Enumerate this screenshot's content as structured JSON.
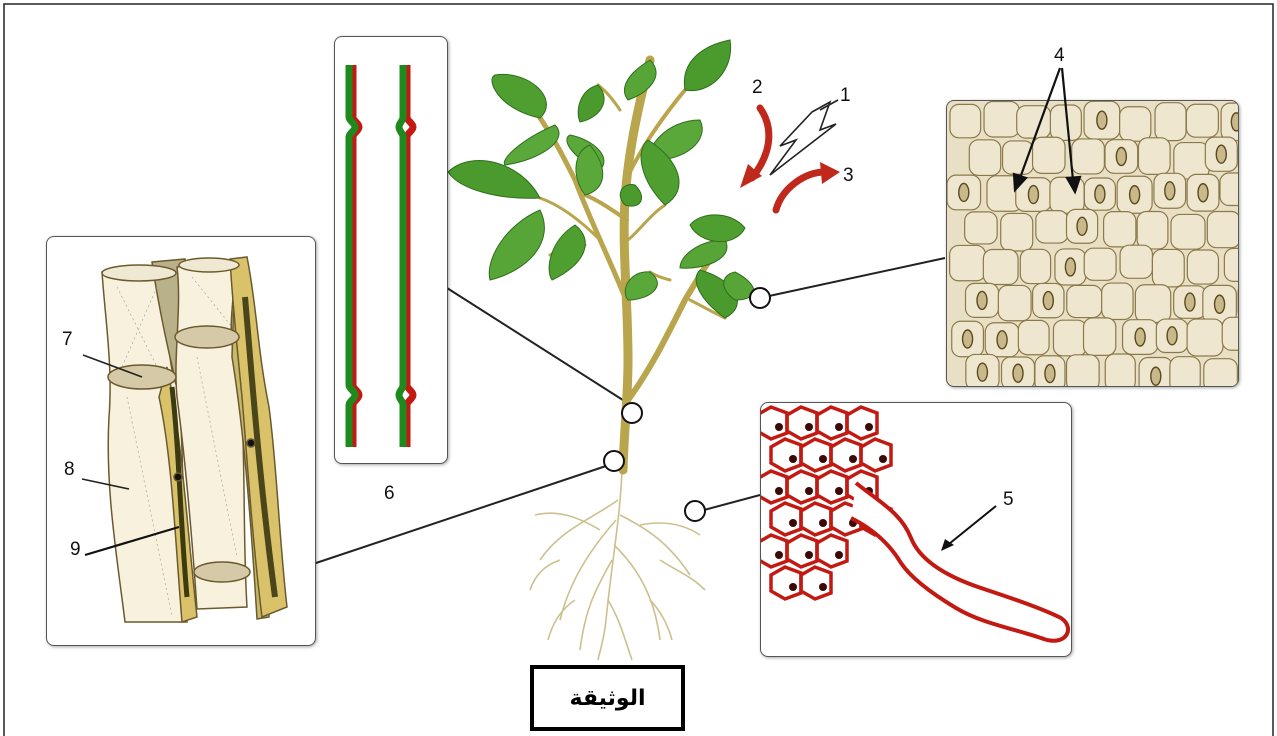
{
  "labels": {
    "l1": "1",
    "l2": "2",
    "l3": "3",
    "l4": "4",
    "l5": "5",
    "l6": "6",
    "l7": "7",
    "l8": "8",
    "l9": "9"
  },
  "caption": "الوثيقة",
  "colors": {
    "leaf": "#4a9a2e",
    "leaf_dark": "#2f6e1c",
    "stem": "#b7a34a",
    "root": "#cbbf8a",
    "arrow_red": "#c0281c",
    "cell_red": "#c21a12",
    "tube_green": "#1e8a1e",
    "epidermis_bg": "#e9dfc4",
    "vessel_tan": "#e6d8a8"
  }
}
